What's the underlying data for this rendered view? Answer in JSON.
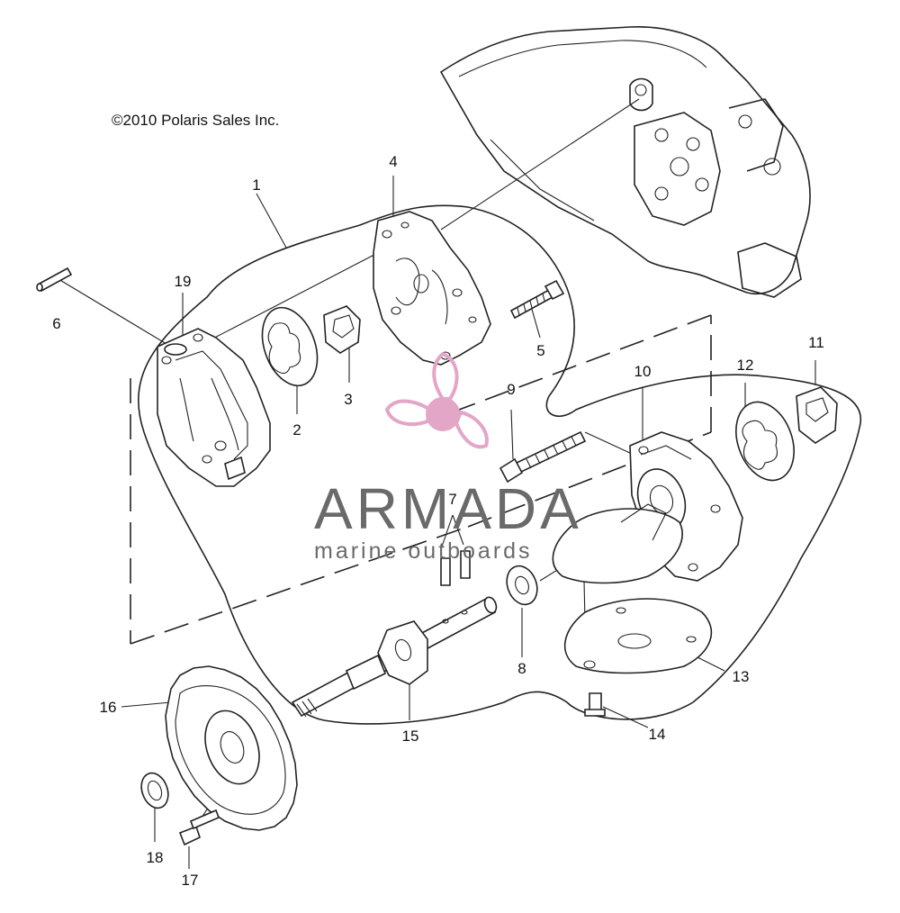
{
  "copyright": "©2010 Polaris Sales Inc.",
  "watermark": {
    "brand": "ARMADA",
    "tagline": "marine outboards",
    "logo_color": "#e3a6c7",
    "text_color": "#6a6a6a"
  },
  "callouts": [
    "1",
    "2",
    "3",
    "4",
    "5",
    "6",
    "7",
    "8",
    "9",
    "10",
    "11",
    "12",
    "13",
    "14",
    "15",
    "16",
    "17",
    "18",
    "19"
  ]
}
